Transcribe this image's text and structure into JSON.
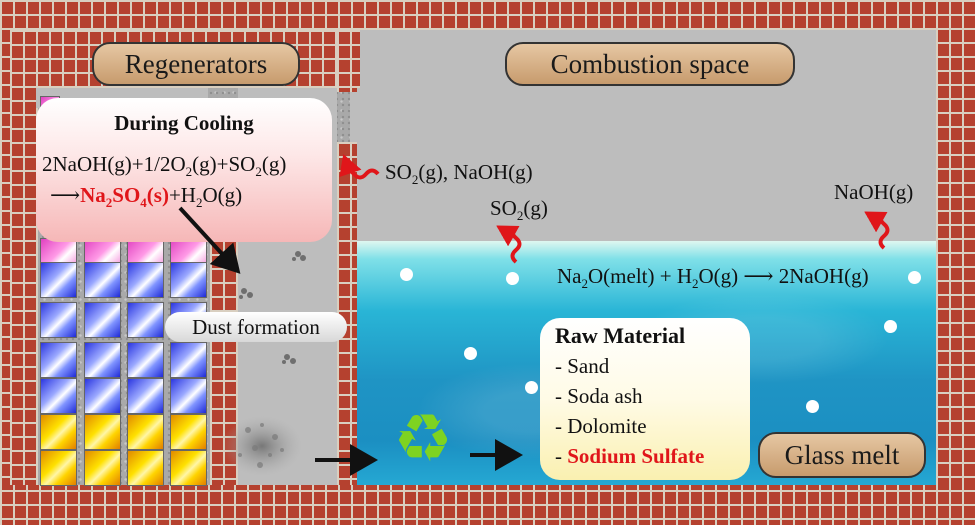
{
  "labels": {
    "regenerators": "Regenerators",
    "combustion_space": "Combustion space",
    "dust_formation": "Dust formation",
    "glass_melt": "Glass melt"
  },
  "cooling": {
    "title": "During Cooling",
    "eq_line1": {
      "a": "2NaOH(g)+1/2O",
      "a_sub": "2",
      "b": "(g)+SO",
      "b_sub": "2",
      "c": "(g)"
    },
    "eq_line2": {
      "arrow": "⟶",
      "product": "Na",
      "product_sub1": "2",
      "product_mid": "SO",
      "product_sub2": "4",
      "product_tail": "(s)",
      "rest": "+H",
      "rest_sub": "2",
      "rest_tail": "O(g)"
    }
  },
  "gases": {
    "so2_naoh": {
      "a": "SO",
      "sub": "2",
      "b": "(g), NaOH(g)"
    },
    "so2": {
      "a": "SO",
      "sub": "2",
      "b": "(g)"
    },
    "naoh": "NaOH(g)"
  },
  "melt_reaction": {
    "a": "Na",
    "sub1": "2",
    "b": "O(melt) + H",
    "sub2": "2",
    "c": "O(g)",
    "arrow": "⟶",
    "d": "2NaOH(g)"
  },
  "raw_material": {
    "title": "Raw Material",
    "items": [
      "- Sand",
      "- Soda ash",
      "- Dolomite"
    ],
    "highlight_prefix": "- ",
    "highlight": "Sodium Sulfate"
  },
  "icons": {
    "recycle": "♻"
  },
  "colors": {
    "brick": "#b5412f",
    "highlight_red": "#e0161a",
    "arrow_red": "#e0161a",
    "recycle_green": "#7ed321"
  }
}
